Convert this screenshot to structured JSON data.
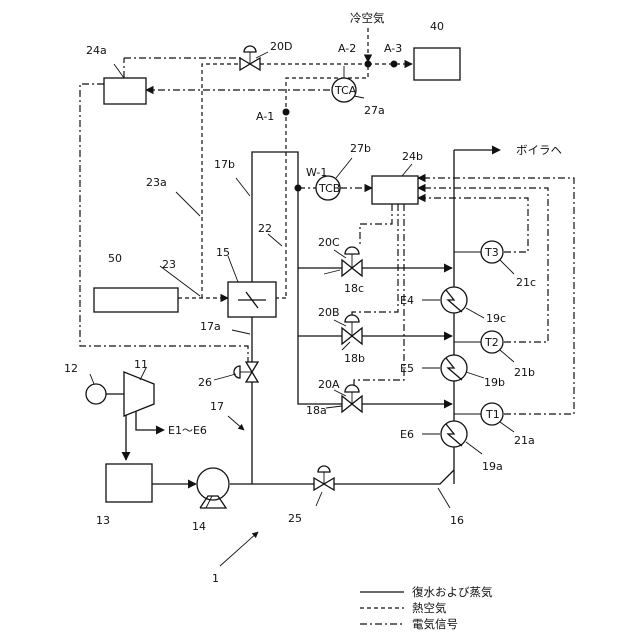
{
  "labels": {
    "cold_air": "冷空気",
    "to_boiler": "ボイラヘ",
    "l40": "40",
    "l24a": "24a",
    "l20D": "20D",
    "lA2": "A-2",
    "lA3": "A-3",
    "lA1": "A-1",
    "lTCA": "TCA",
    "l27a": "27a",
    "l27b": "27b",
    "l24b": "24b",
    "lW1": "W-1",
    "lTCB": "TCB",
    "l17b": "17b",
    "l23a": "23a",
    "l22": "22",
    "l20C": "20C",
    "l50": "50",
    "l23": "23",
    "l15": "15",
    "lT3": "T3",
    "l21c": "21c",
    "l18c": "18c",
    "lE4": "E4",
    "l19c": "19c",
    "l17a": "17a",
    "l20B": "20B",
    "lT2": "T2",
    "l12": "12",
    "l11": "11",
    "l18b": "18b",
    "lE5": "E5",
    "l19b": "19b",
    "l21b": "21b",
    "l26": "26",
    "l20A": "20A",
    "lT1": "T1",
    "lE1E6": "E1～E6",
    "l17": "17",
    "l18a": "18a",
    "lE6": "E6",
    "l21a": "21a",
    "l19a": "19a",
    "l13": "13",
    "l14": "14",
    "l25": "25",
    "l16": "16",
    "l1": "1"
  },
  "legend": {
    "solid": "復水および蒸気",
    "dash": "熱空気",
    "dashdot": "電気信号"
  }
}
